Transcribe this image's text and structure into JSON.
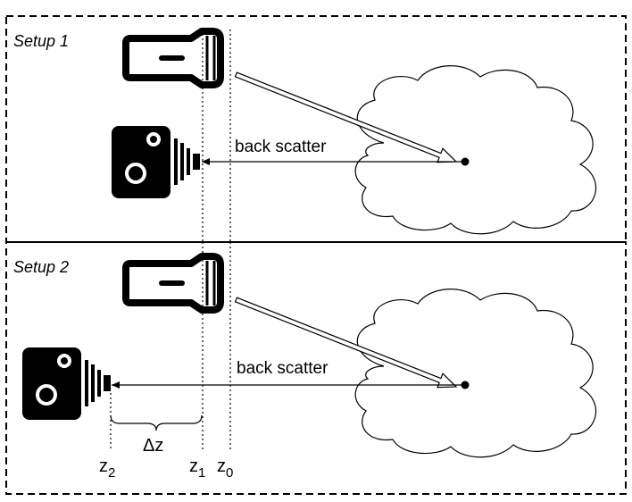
{
  "setup1": {
    "title": "Setup 1",
    "scatter_label": "back scatter"
  },
  "setup2": {
    "title": "Setup 2",
    "scatter_label": "back scatter",
    "delta_label": "Δz",
    "z_labels": [
      {
        "base": "z",
        "sub": "2"
      },
      {
        "base": "z",
        "sub": "1"
      },
      {
        "base": "z",
        "sub": "0"
      }
    ]
  },
  "colors": {
    "stroke": "#000000",
    "background": "#ffffff"
  },
  "icons": [
    "flashlight-icon",
    "camera-icon",
    "cloud-icon",
    "light-beam-arrow"
  ]
}
